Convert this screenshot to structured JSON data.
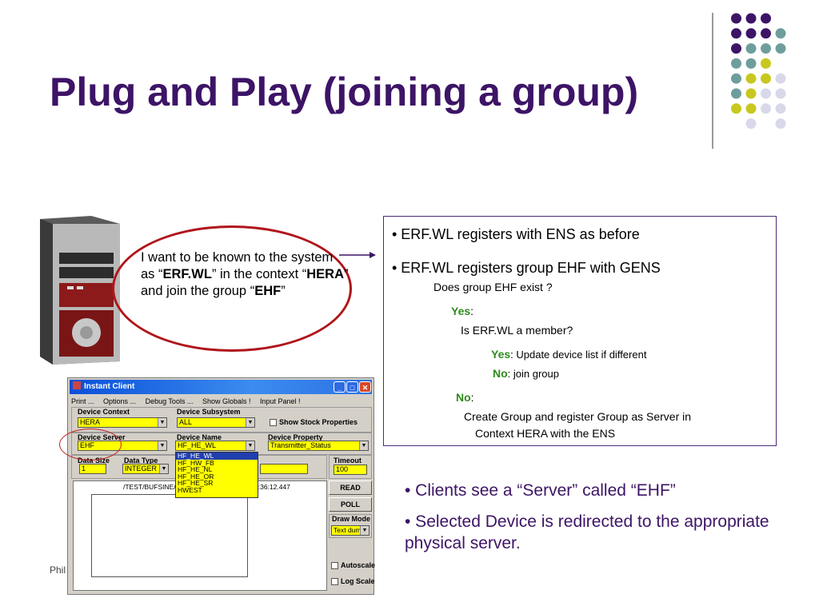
{
  "title": "Plug and Play (joining a group)",
  "bubble": {
    "line1": "I want to be known to the system as “",
    "name": "ERF.WL",
    "line2": "” in the context “",
    "context": "HERA",
    "line3": "” and join the group “",
    "group": "EHF",
    "line4": "”"
  },
  "infobox": {
    "b1": "• ERF.WL registers with ENS as before",
    "b2": "• ERF.WL registers group EHF with GENS",
    "q1": "Does group EHF exist ?",
    "yes1": "Yes",
    "colon1": ":",
    "q2": "Is ERF.WL a member?",
    "yes2": "Yes",
    "yes2_text": ": Update device list if different",
    "no2": "No",
    "no2_text": ": join group",
    "no1": "No",
    "colon2": ":",
    "create1": "Create Group and register Group as Server in",
    "create2": "Context HERA with the ENS"
  },
  "bullets": {
    "b1": "• Clients see a “Server” called “EHF”",
    "b2": "• Selected Device is redirected to the appropriate physical server."
  },
  "footer": "Phil",
  "client": {
    "title": "Instant Client",
    "menu": [
      "Print ...",
      "Options ...",
      "Debug Tools ...",
      "Show Globals !",
      "Input Panel !"
    ],
    "device_context_label": "Device Context",
    "device_context_value": "HERA",
    "device_subsystem_label": "Device Subsystem",
    "device_subsystem_value": "ALL",
    "show_stock_label": "Show Stock Properties",
    "device_server_label": "Device Server",
    "device_server_value": "EHF",
    "device_name_label": "Device Name",
    "device_name_value": "HF_HE_WL",
    "device_property_label": "Device Property",
    "device_property_value": "Transmitter_Status",
    "data_size_label": "Data Size",
    "data_size_value": "1",
    "data_type_label": "Data Type",
    "data_type_value": "INTEGER",
    "timeout_label": "Timeout",
    "timeout_value": "100",
    "device_list": [
      "HF_HE_WL",
      "HF_HW_FB",
      "HF_HE_NL",
      "HF_HE_OR",
      "HF_HE_SR",
      "HWEST"
    ],
    "path_text": "/TEST/BUFSINE/S",
    "time_text": "7:36:12.447",
    "read_label": "READ",
    "poll_label": "POLL",
    "draw_mode_label": "Draw Mode",
    "draw_mode_value": "Text dum",
    "autoscale_label": "Autoscale",
    "logscale_label": "Log Scale"
  },
  "colors": {
    "title": "#3d1466",
    "accent_green": "#2e8b1e",
    "ellipse": "#b0151b",
    "dots_purple": "#3d1466",
    "dots_teal": "#6e9e9c",
    "dots_yellow": "#c8c820",
    "dots_lavender": "#d8d8ea"
  }
}
